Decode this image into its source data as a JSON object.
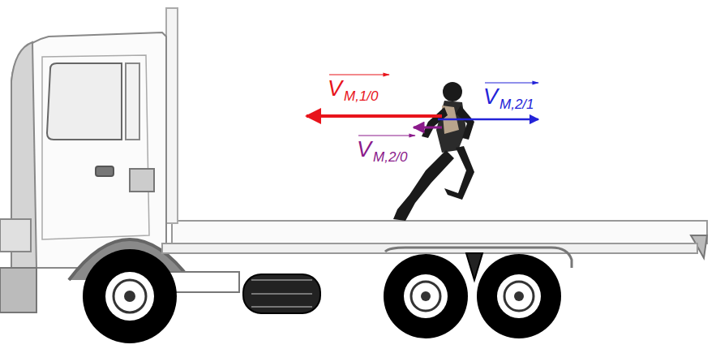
{
  "diagram": {
    "labels": [
      "V",
      "M,1/0",
      "V",
      "M,2/1",
      "V",
      "M,2/0"
    ]
  }
}
